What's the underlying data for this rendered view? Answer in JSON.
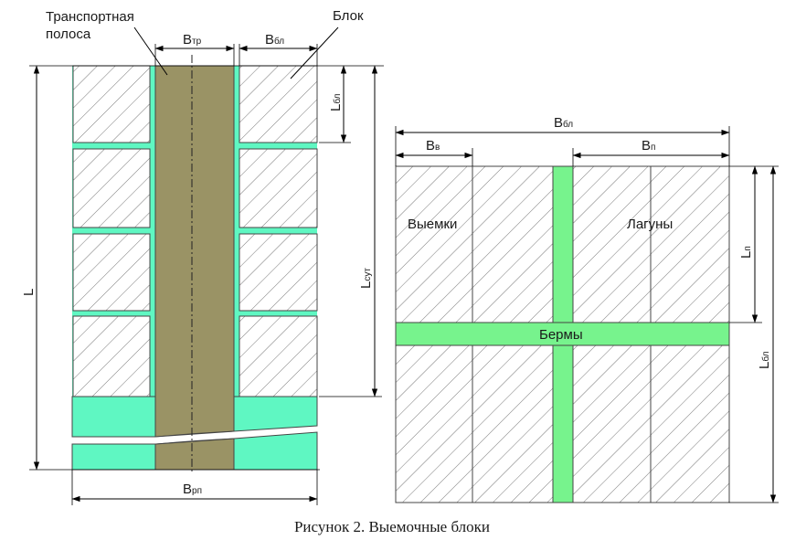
{
  "left_diagram": {
    "label_transport": "Транспортная",
    "label_transport_2": "полоса",
    "label_block": "Блок",
    "dim_b_tr": {
      "main": "B",
      "sub": "тр"
    },
    "dim_b_bl_top": {
      "main": "B",
      "sub": "бл"
    },
    "dim_l_bl": {
      "main": "L",
      "sub": "бл"
    },
    "dim_l": {
      "main": "L"
    },
    "dim_l_sut": {
      "main": "L",
      "sub": "сут"
    },
    "dim_b_rp": {
      "main": "B",
      "sub": "рп"
    }
  },
  "right_diagram": {
    "dim_b_bl": {
      "main": "B",
      "sub": "бл"
    },
    "dim_b_v": {
      "main": "B",
      "sub": "в"
    },
    "dim_b_p": {
      "main": "B",
      "sub": "п"
    },
    "dim_l_p": {
      "main": "L",
      "sub": "п"
    },
    "dim_l_bl": {
      "main": "L",
      "sub": "бл"
    },
    "label_vyemki": "Выемки",
    "label_laguny": "Лагуны",
    "label_bermy": "Бермы"
  },
  "caption": "Рисунок 2. Выемочные блоки",
  "colors": {
    "transport_strip": "#9a9365",
    "teal_fill": "#5ff7c2",
    "berm_green": "#77f38d",
    "hatch": "#555555"
  }
}
